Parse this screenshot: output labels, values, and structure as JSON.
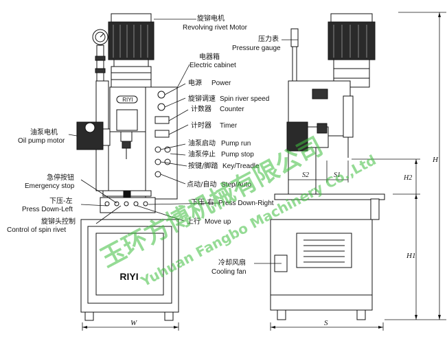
{
  "labels": {
    "motor_zh": "旋铆电机",
    "motor_en": "Revolving rivet Motor",
    "pressure_zh": "压力表",
    "pressure_en": "Pressure gauge",
    "cabinet_zh": "电器箱",
    "cabinet_en": "Electric cabinet",
    "power_zh": "电源",
    "power_en": "Power",
    "speed_zh": "旋铆调速",
    "speed_en": "Spin river speed",
    "counter_zh": "计数器",
    "counter_en": "Counter",
    "timer_zh": "计时器",
    "timer_en": "Timer",
    "pump_run_zh": "油泵启动",
    "pump_run_en": "Pump run",
    "pump_stop_zh": "油泵停止",
    "pump_stop_en": "Pump stop",
    "treadle_zh": "按键/脚踏",
    "treadle_en": "Key/Treadle",
    "step_auto_zh": "点动/自动",
    "step_auto_en": "Step/Auto",
    "press_right_zh": "下压-右",
    "press_right_en": "Press Down-Right",
    "move_up_zh": "上行",
    "move_up_en": "Move up",
    "oil_pump_zh": "油泵电机",
    "oil_pump_en": "Oil pump motor",
    "estop_zh": "急停按钮",
    "estop_en": "Emergency stop",
    "press_left_zh": "下压-左",
    "press_left_en": "Press Down-Left",
    "spin_ctrl_zh": "旋铆头控制",
    "spin_ctrl_en": "Control of spin rivet",
    "fan_zh": "冷却风扇",
    "fan_en": "Cooling fan",
    "head_brand": "RIYI",
    "base_brand": "RIYI"
  },
  "dimensions": {
    "w": "W",
    "s": "S",
    "s1": "S1",
    "s2": "S2",
    "h": "H",
    "h1": "H1",
    "h2": "H2"
  },
  "watermark": {
    "zh": "玉环方博机械有限公司",
    "en": "Yuhuan Fangbo Machinery Co.,Ltd"
  },
  "colors": {
    "line": "#111111",
    "motor": "#2a2a2a",
    "watermark": "#3fbf3f"
  }
}
